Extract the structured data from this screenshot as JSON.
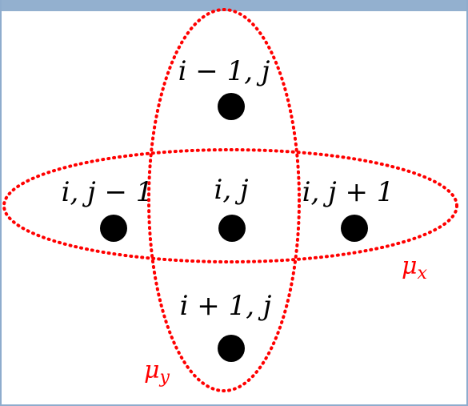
{
  "nodes": [
    {
      "id": "top",
      "label": "i − 1, j"
    },
    {
      "id": "left",
      "label": "i, j − 1"
    },
    {
      "id": "center",
      "label": "i, j"
    },
    {
      "id": "right",
      "label": "i, j + 1"
    },
    {
      "id": "bottom",
      "label": "i + 1, j"
    }
  ],
  "ellipses": {
    "horizontal": {
      "symbol": "μ",
      "subscript": "x"
    },
    "vertical": {
      "symbol": "μ",
      "subscript": "y"
    }
  },
  "colors": {
    "ellipse_stroke": "#ff0000",
    "node_fill": "#000000",
    "title_bar": "#93b0cf",
    "frame_border": "#8eaccd"
  }
}
